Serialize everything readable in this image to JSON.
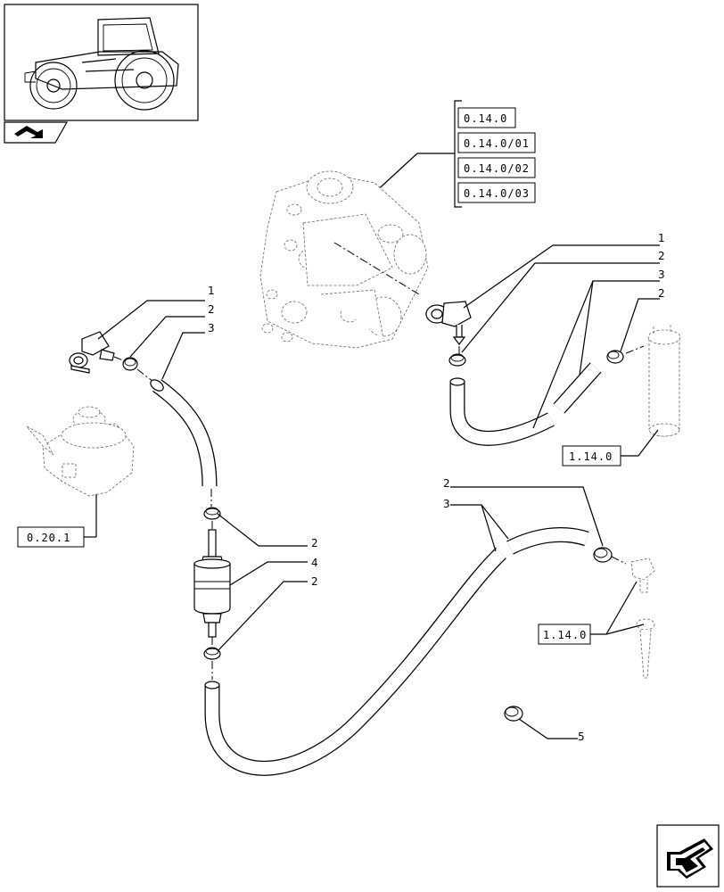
{
  "thumbnail": {
    "icon": "tractor-thumbnail-icon",
    "badge_icon": "book-arrow-icon"
  },
  "reference_boxes": {
    "pump_group": [
      "0.14.0",
      "0.14.0/01",
      "0.14.0/02",
      "0.14.0/03"
    ],
    "tank_right": "1.14.0",
    "tank_lower": "1.14.0",
    "lift_pump": "0.20.1"
  },
  "callouts": {
    "left_1": "1",
    "left_2": "2",
    "left_3": "3",
    "right_1": "1",
    "right_2a": "2",
    "right_3": "3",
    "right_2b": "2",
    "mid_2a": "2",
    "mid_4": "4",
    "mid_2b": "2",
    "low_2": "2",
    "low_3": "3",
    "item_5": "5"
  },
  "nav": {
    "next_icon": "next-page-arrow-icon"
  }
}
